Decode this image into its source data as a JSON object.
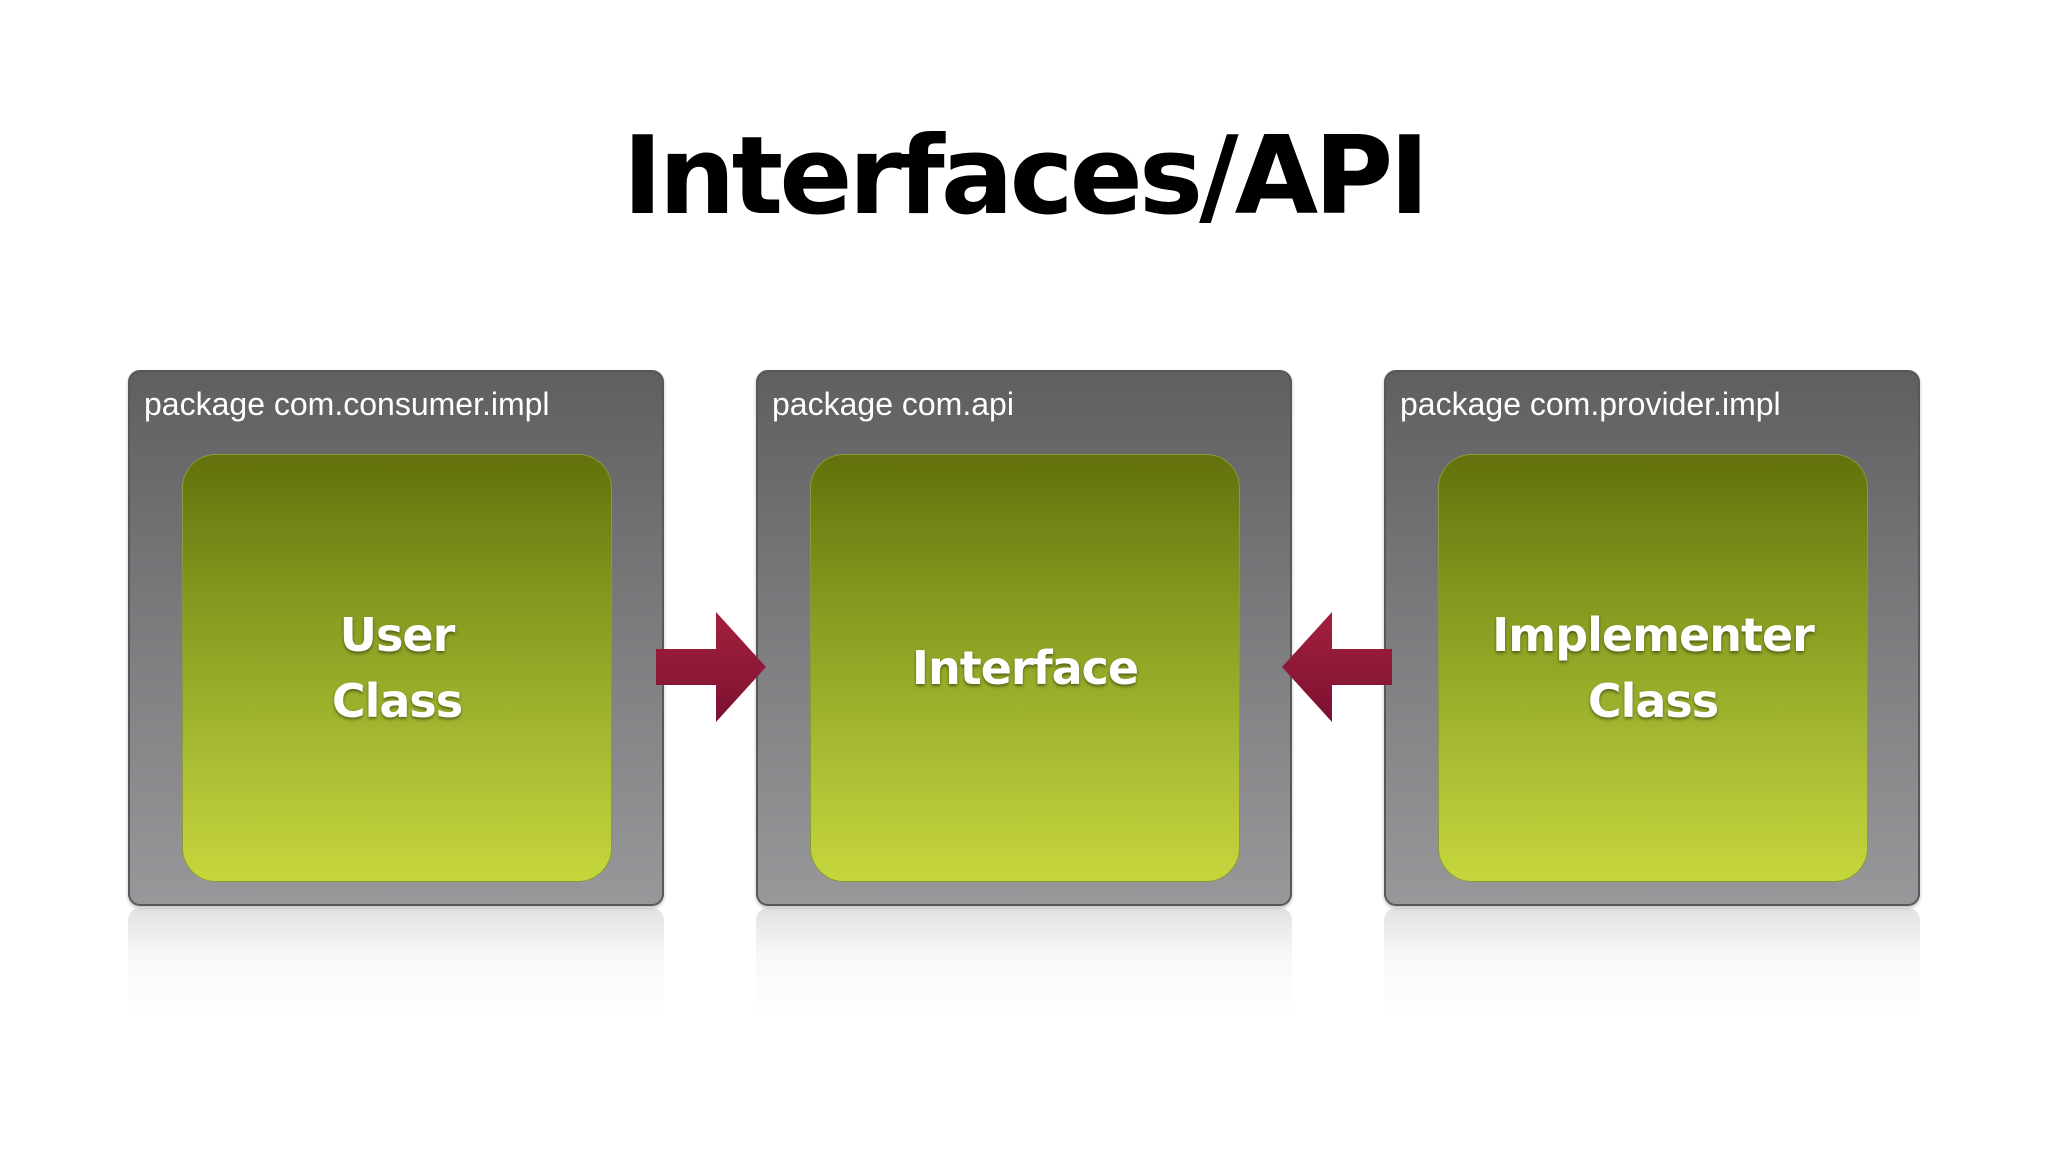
{
  "title": "Interfaces/API",
  "packages": [
    {
      "label": "package com.consumer.impl",
      "class_lines": [
        "User",
        "Class"
      ]
    },
    {
      "label": "package com.api",
      "class_lines": [
        "Interface"
      ]
    },
    {
      "label": "package com.provider.impl",
      "class_lines": [
        "Implementer",
        "Class"
      ]
    }
  ],
  "colors": {
    "package_fill": "#7a7a7d",
    "class_fill_top": "#63700c",
    "class_fill_bottom": "#c6d63c",
    "arrow": "#8e1834",
    "text": "#ffffff"
  },
  "connections": [
    {
      "from": "User Class",
      "to": "Interface",
      "direction": "right"
    },
    {
      "from": "Implementer Class",
      "to": "Interface",
      "direction": "left"
    }
  ]
}
